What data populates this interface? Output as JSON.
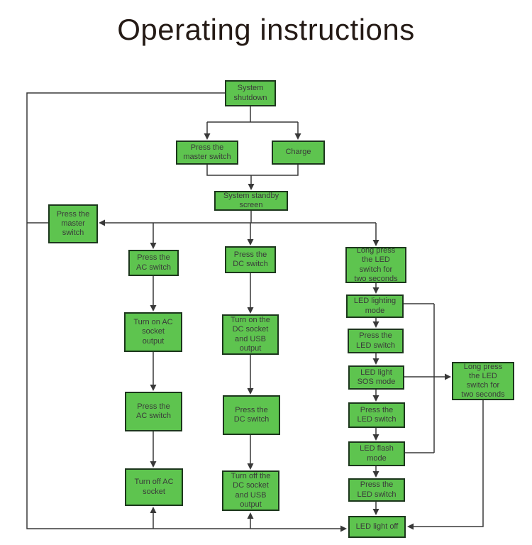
{
  "title": "Operating instructions",
  "colors": {
    "node_fill": "#5ec44f",
    "node_border": "#1c361c",
    "line": "#383838",
    "node_text": "#3a3a3a",
    "title_text": "#241a15",
    "background": "#ffffff"
  },
  "nodes": {
    "system_shutdown": {
      "label": "System\nshutdown"
    },
    "press_master_top": {
      "label": "Press the\nmaster switch"
    },
    "charge": {
      "label": "Charge"
    },
    "system_standby": {
      "label": "System standby\nscreen"
    },
    "press_master_left": {
      "label": "Press the\nmaster\nswitch"
    },
    "press_ac_1": {
      "label": "Press the\nAC switch"
    },
    "turn_on_ac": {
      "label": "Turn on AC\nsocket\noutput"
    },
    "press_ac_2": {
      "label": "Press the\nAC switch"
    },
    "turn_off_ac": {
      "label": "Turn off AC\nsocket"
    },
    "press_dc_1": {
      "label": "Press the\nDC switch"
    },
    "turn_on_dc": {
      "label": "Turn on the\nDC socket\nand USB\noutput"
    },
    "press_dc_2": {
      "label": "Press the\nDC switch"
    },
    "turn_off_dc": {
      "label": "Turn off the\nDC socket\nand USB\noutput"
    },
    "long_press_led": {
      "label": "Long press\nthe LED\nswitch for\ntwo seconds"
    },
    "led_lighting": {
      "label": "LED lighting\nmode"
    },
    "press_led_1": {
      "label": "Press the\nLED switch"
    },
    "led_sos": {
      "label": "LED light\nSOS mode"
    },
    "press_led_2": {
      "label": "Press the\nLED switch"
    },
    "led_flash": {
      "label": "LED flash\nmode"
    },
    "press_led_3": {
      "label": "Press the\nLED switch"
    },
    "led_off": {
      "label": "LED light off"
    },
    "long_press_led_right": {
      "label": "Long press\nthe LED\nswitch for\ntwo seconds"
    }
  },
  "edges": [
    [
      "system_shutdown",
      "press_master_top"
    ],
    [
      "system_shutdown",
      "charge"
    ],
    [
      "press_master_top",
      "system_standby"
    ],
    [
      "charge",
      "system_standby"
    ],
    [
      "system_standby",
      "press_master_left"
    ],
    [
      "system_standby",
      "press_ac_1"
    ],
    [
      "system_standby",
      "press_dc_1"
    ],
    [
      "system_standby",
      "long_press_led"
    ],
    [
      "press_master_left",
      "system_shutdown"
    ],
    [
      "press_master_left",
      "turn_off_ac"
    ],
    [
      "press_master_left",
      "turn_off_dc"
    ],
    [
      "press_master_left",
      "led_off"
    ],
    [
      "press_ac_1",
      "turn_on_ac"
    ],
    [
      "turn_on_ac",
      "press_ac_2"
    ],
    [
      "press_ac_2",
      "turn_off_ac"
    ],
    [
      "press_dc_1",
      "turn_on_dc"
    ],
    [
      "turn_on_dc",
      "press_dc_2"
    ],
    [
      "press_dc_2",
      "turn_off_dc"
    ],
    [
      "long_press_led",
      "led_lighting"
    ],
    [
      "led_lighting",
      "press_led_1"
    ],
    [
      "press_led_1",
      "led_sos"
    ],
    [
      "led_sos",
      "press_led_2"
    ],
    [
      "press_led_2",
      "led_flash"
    ],
    [
      "led_flash",
      "press_led_3"
    ],
    [
      "press_led_3",
      "led_off"
    ],
    [
      "led_lighting",
      "long_press_led_right"
    ],
    [
      "led_sos",
      "long_press_led_right"
    ],
    [
      "led_flash",
      "long_press_led_right"
    ],
    [
      "long_press_led_right",
      "led_off"
    ]
  ]
}
